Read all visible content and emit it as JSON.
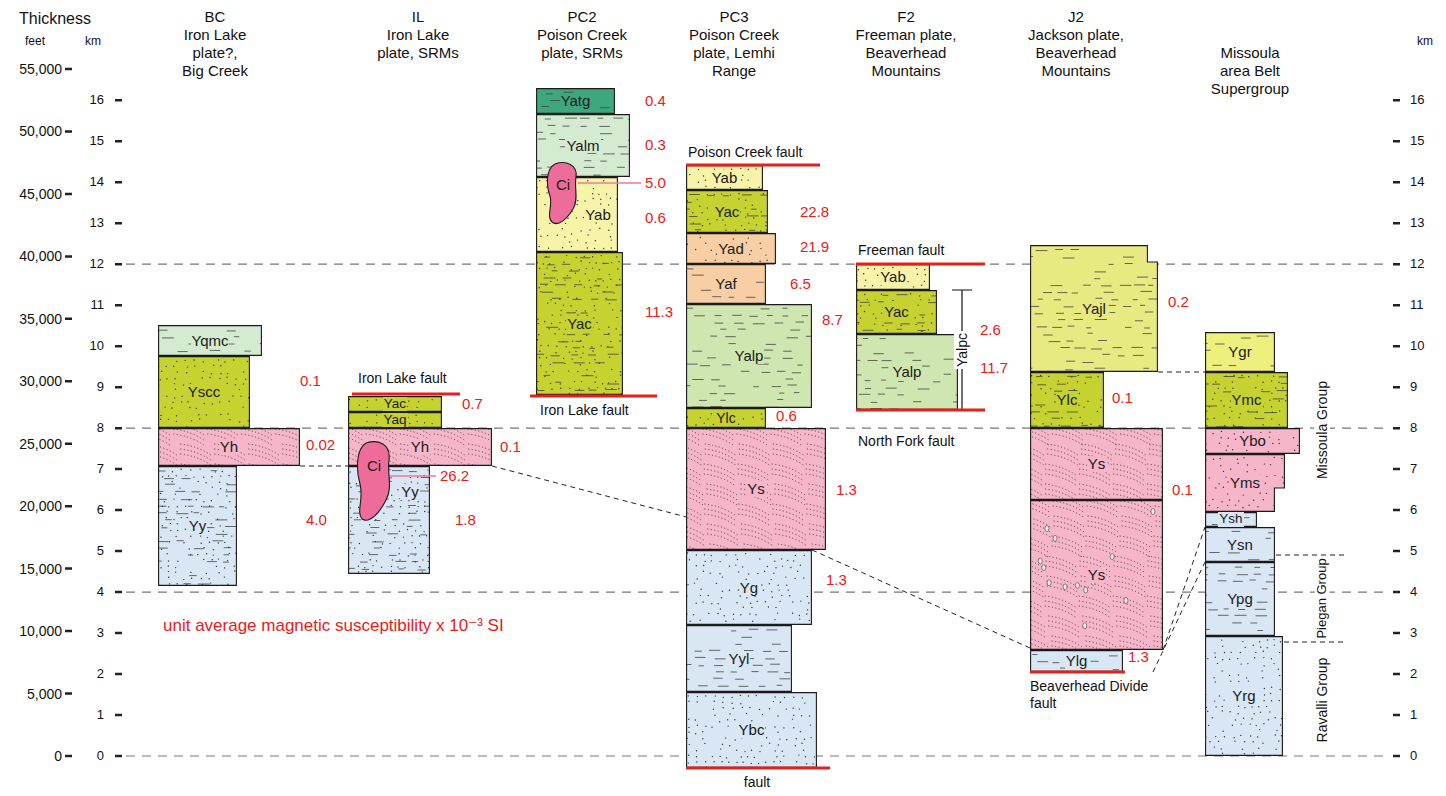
{
  "diagram": {
    "nodes": [
      {
        "text": [
          "Yqmc"
        ]
      },
      {
        "text": [
          "Yscc"
        ]
      },
      {
        "text": [
          "Yh"
        ]
      },
      {
        "text": [
          "Yy"
        ]
      },
      {
        "text": [
          "Yac"
        ]
      },
      {
        "text": [
          "Yaq"
        ]
      },
      {
        "text": [
          "Yh"
        ]
      },
      {
        "text": [
          "Ci"
        ]
      },
      {
        "text": [
          "Yy"
        ]
      },
      {
        "text": [
          "Yatg"
        ]
      },
      {
        "text": [
          "Yalm"
        ]
      },
      {
        "text": [
          "Ci"
        ]
      },
      {
        "text": [
          "Yab"
        ]
      },
      {
        "text": [
          "Yac"
        ]
      },
      {
        "text": [
          "Yab"
        ]
      },
      {
        "text": [
          "Yac"
        ]
      },
      {
        "text": [
          "Yad"
        ]
      },
      {
        "text": [
          "Yaf"
        ]
      },
      {
        "text": [
          "Yalp"
        ]
      },
      {
        "text": [
          "Ylc"
        ]
      },
      {
        "text": [
          "Ys"
        ]
      },
      {
        "text": [
          "Yg"
        ]
      },
      {
        "text": [
          "Yyl"
        ]
      },
      {
        "text": [
          "Ybc"
        ]
      },
      {
        "text": [
          "Yab"
        ]
      },
      {
        "text": [
          "Yac"
        ]
      },
      {
        "text": [
          "Yalp"
        ]
      },
      {
        "text": [
          "Yajl"
        ]
      },
      {
        "text": [
          "Ylc"
        ]
      },
      {
        "text": [
          "Ys"
        ]
      },
      {
        "text": [
          "Ys"
        ]
      },
      {
        "text": [
          "Ylg"
        ]
      },
      {
        "text": [
          "Ygr"
        ]
      },
      {
        "text": [
          "Ymc"
        ]
      },
      {
        "text": [
          "Ybo"
        ]
      },
      {
        "text": [
          "Yms"
        ]
      },
      {
        "text": [
          "Ysh"
        ]
      },
      {
        "text": [
          "Ysn"
        ]
      },
      {
        "text": [
          "Ypg"
        ]
      },
      {
        "text": [
          "Yrg"
        ]
      }
    ],
    "labels": [
      "Thickness",
      "feet",
      "km",
      "BC",
      "Iron Lake plate?, Big Creek",
      "IL",
      "Iron Lake plate, SRMs",
      "PC2",
      "Poison Creek plate, SRMs",
      "PC3",
      "Poison Creek plate, Lemhi Range",
      "F2",
      "Freeman plate, Beaverhead Mountains",
      "J2",
      "Jackson plate, Beaverhead Mountains",
      "Missoula area Belt Supergroup",
      "km",
      "55,000",
      "50,000",
      "45,000",
      "40,000",
      "35,000",
      "30,000",
      "25,000",
      "20,000",
      "15,000",
      "10,000",
      "5,000",
      "0",
      "16",
      "15",
      "14",
      "13",
      "12",
      "11",
      "10",
      "9",
      "8",
      "7",
      "6",
      "5",
      "4",
      "3",
      "2",
      "1",
      "0",
      "16",
      "15",
      "14",
      "13",
      "12",
      "11",
      "10",
      "9",
      "8",
      "7",
      "6",
      "5",
      "4",
      "3",
      "2",
      "1",
      "0",
      "Iron Lake fault",
      "Iron Lake fault",
      "Poison Creek fault",
      "Freeman fault",
      "North Fork fault",
      "Beaverhead Divide fault",
      "fault",
      "Yalpc",
      "Missoula Group",
      "Piegan Group",
      "Ravalli Group",
      "0.1",
      "0.02",
      "4.0",
      "0.7",
      "0.1",
      "26.2",
      "1.8",
      "0.4",
      "0.3",
      "5.0",
      "0.6",
      "11.3",
      "22.8",
      "21.9",
      "6.5",
      "8.7",
      "0.6",
      "1.3",
      "1.3",
      "2.6",
      "11.7",
      "0.2",
      "0.1",
      "0.1",
      "1.3",
      "unit average magnetic susceptibility x 10⁻³ SI"
    ]
  }
}
